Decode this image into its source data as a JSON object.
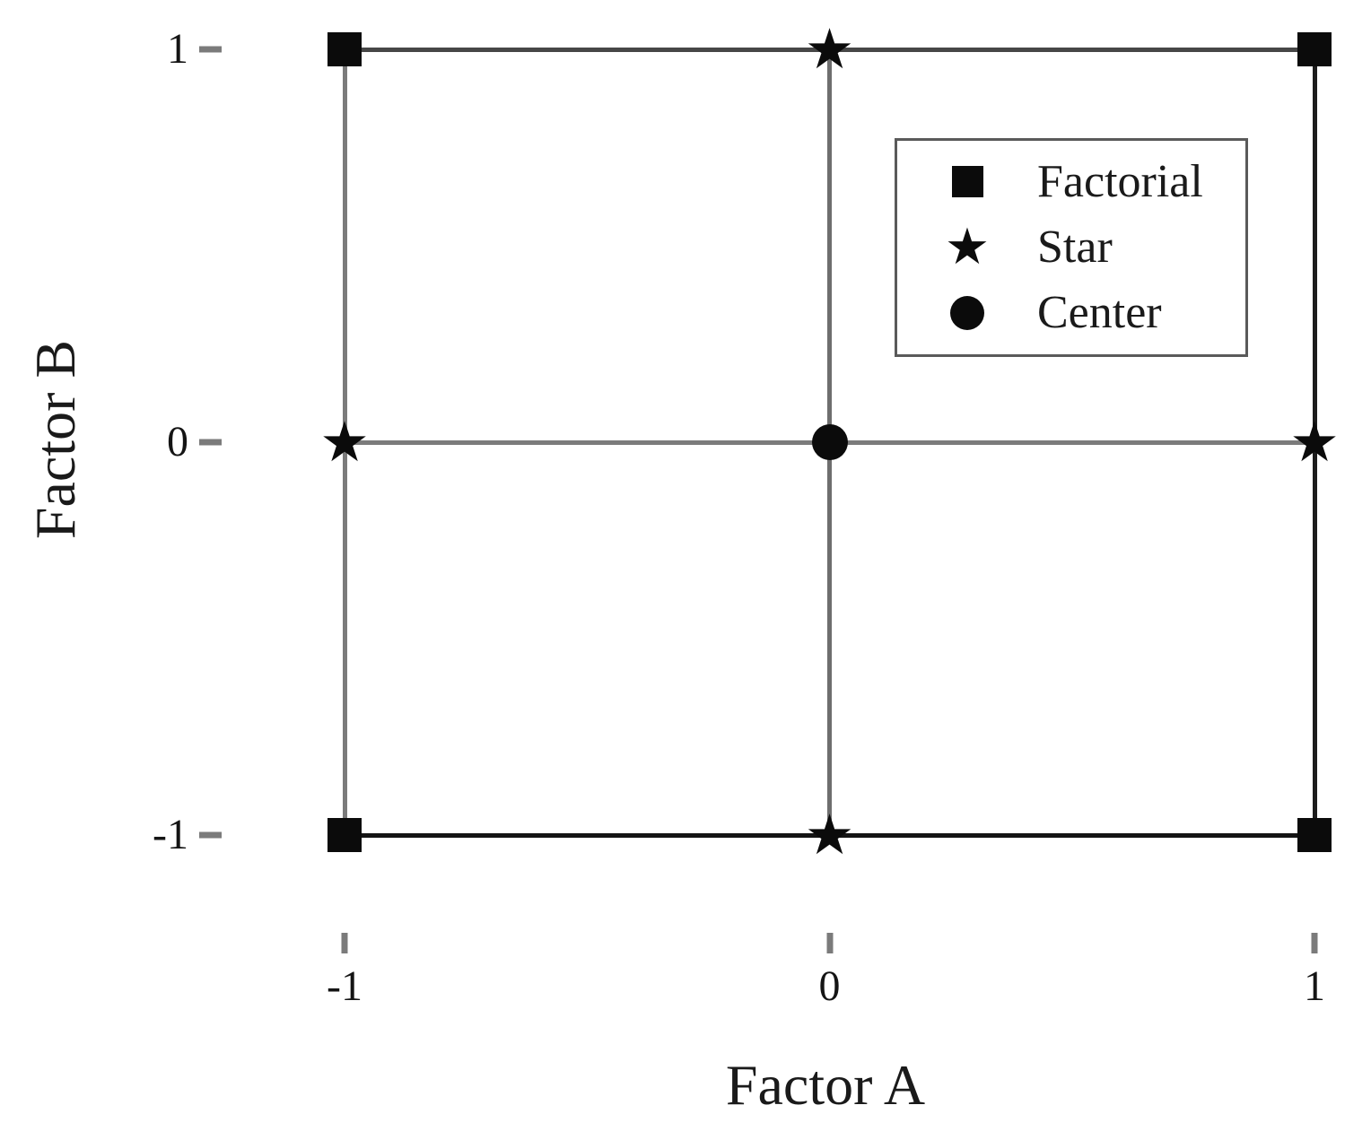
{
  "figure": {
    "xlabel": "Factor A",
    "ylabel": "Factor B",
    "background": "#ffffff",
    "text_color": "#141414",
    "tick_color": "#7b7b7b"
  },
  "legend": {
    "position": "upper right",
    "border_color": "#5a5a5a",
    "items": [
      {
        "label": "Factorial",
        "marker": "square",
        "icon_name": "square-marker-icon"
      },
      {
        "label": "Star",
        "marker": "star",
        "icon_name": "star-marker-icon"
      },
      {
        "label": "Center",
        "marker": "circle",
        "icon_name": "circle-marker-icon"
      }
    ]
  },
  "chart_data": {
    "type": "scatter",
    "title": "",
    "xlabel": "Factor A",
    "ylabel": "Factor B",
    "xlim": [
      -1,
      1
    ],
    "ylim": [
      -1,
      1
    ],
    "x_tick_values": [
      -1,
      0,
      1
    ],
    "x_tick_labels": [
      "-1",
      "0",
      "1"
    ],
    "y_tick_values": [
      1,
      0,
      -1
    ],
    "y_tick_labels": [
      "1",
      "0",
      "-1"
    ],
    "grid": true,
    "legend_position": "upper right",
    "marker_color": "#0b0b0b",
    "series": [
      {
        "name": "Factorial",
        "marker": "square",
        "points": [
          [
            -1,
            1
          ],
          [
            1,
            1
          ],
          [
            -1,
            -1
          ],
          [
            1,
            -1
          ]
        ]
      },
      {
        "name": "Star",
        "marker": "star",
        "points": [
          [
            0,
            1
          ],
          [
            -1,
            0
          ],
          [
            1,
            0
          ],
          [
            0,
            -1
          ]
        ]
      },
      {
        "name": "Center",
        "marker": "circle",
        "points": [
          [
            0,
            0
          ]
        ]
      }
    ],
    "grid_lines": [
      {
        "axis": "v",
        "value": -1,
        "color": "#7b7b7b"
      },
      {
        "axis": "v",
        "value": 0,
        "color": "#6e6e6e"
      },
      {
        "axis": "v",
        "value": 1,
        "color": "#1c1c1c"
      },
      {
        "axis": "h",
        "value": 1,
        "color": "#474747"
      },
      {
        "axis": "h",
        "value": 0,
        "color": "#7b7b7b"
      },
      {
        "axis": "h",
        "value": -1,
        "color": "#141414"
      }
    ]
  }
}
